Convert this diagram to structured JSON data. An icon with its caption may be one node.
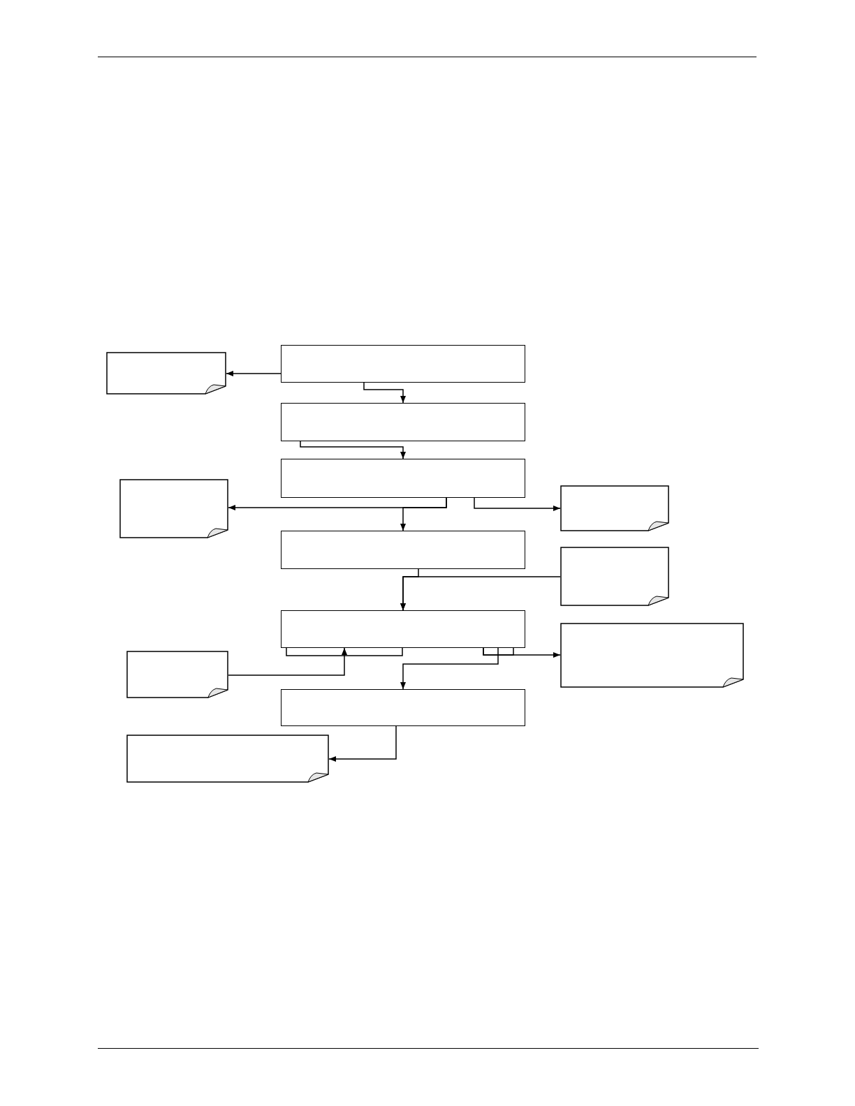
{
  "diagram": {
    "nodes": [
      {
        "text": [],
        "shape": "box"
      },
      {
        "text": [],
        "shape": "note"
      },
      {
        "text": [],
        "shape": "box"
      },
      {
        "text": [],
        "shape": "box"
      },
      {
        "text": [],
        "shape": "note"
      },
      {
        "text": [],
        "shape": "note"
      },
      {
        "text": [],
        "shape": "box"
      },
      {
        "text": [],
        "shape": "note"
      },
      {
        "text": [],
        "shape": "box"
      },
      {
        "text": [],
        "shape": "note"
      },
      {
        "text": [],
        "shape": "note"
      },
      {
        "text": [],
        "shape": "box"
      },
      {
        "text": [],
        "shape": "note"
      }
    ],
    "edges": [
      {
        "from": 0,
        "to": 1,
        "arrow": "to"
      },
      {
        "from": 0,
        "to": 2,
        "arrow": "to"
      },
      {
        "from": 2,
        "to": 3,
        "arrow": "to"
      },
      {
        "from": 3,
        "to": 4,
        "arrow": "to"
      },
      {
        "from": 3,
        "to": 6,
        "arrow": "to"
      },
      {
        "from": 3,
        "to": 5,
        "arrow": "to"
      },
      {
        "from": 6,
        "to": 8,
        "arrow": "to"
      },
      {
        "from": 7,
        "to": 8,
        "arrow": "to"
      },
      {
        "from": 10,
        "to": 8,
        "arrow": "to"
      },
      {
        "from": 8,
        "to": 9,
        "arrow": "to"
      },
      {
        "from": 8,
        "to": 11,
        "arrow": "to"
      },
      {
        "from": 11,
        "to": 12,
        "arrow": "to"
      }
    ]
  }
}
